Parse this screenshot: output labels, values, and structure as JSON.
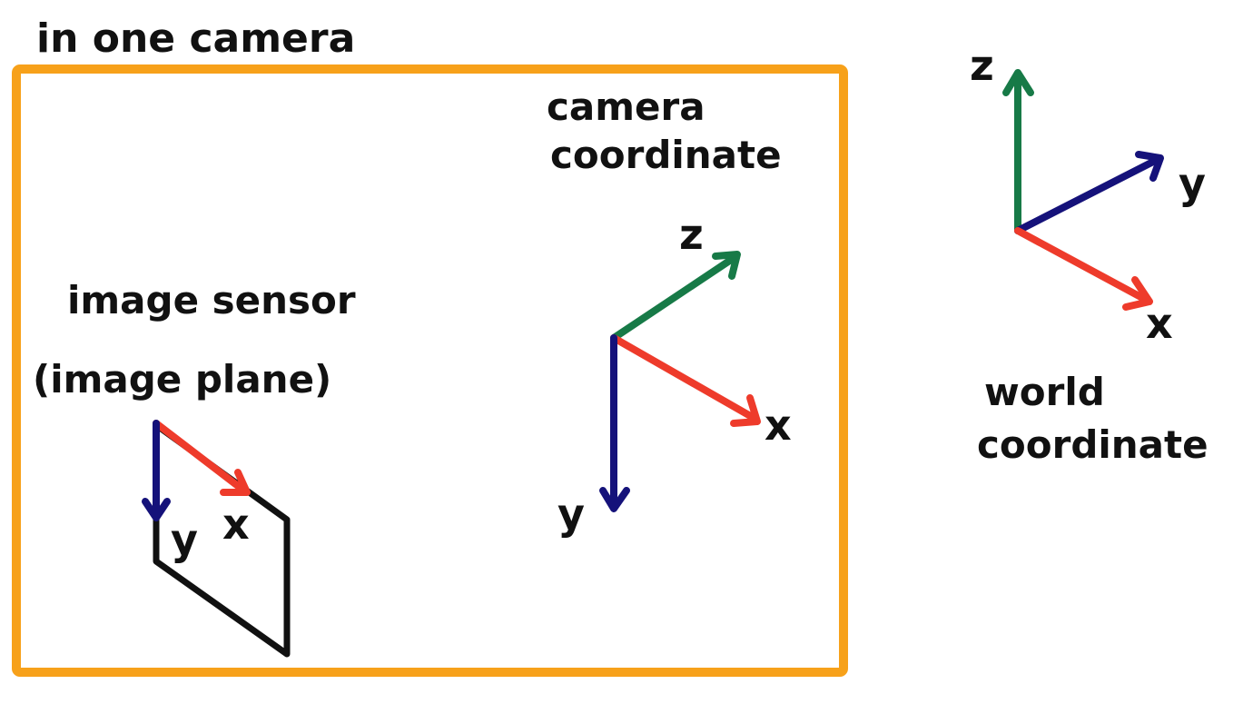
{
  "colors": {
    "frame": "#F7A11A",
    "ink": "#111111",
    "axis_x": "#EE3B2B",
    "axis_y": "#15127A",
    "axis_z": "#177A47",
    "background": "#FFFFFF"
  },
  "labels": {
    "frame_title": "in one camera",
    "sensor_line1": "image sensor",
    "sensor_line2": "(image plane)",
    "camera_line1": "camera",
    "camera_line2": "coordinate",
    "world_line1": "world",
    "world_line2": "coordinate"
  },
  "axes": {
    "sensor": {
      "x": "x",
      "y": "y"
    },
    "camera": {
      "x": "x",
      "y": "y",
      "z": "z"
    },
    "world": {
      "x": "x",
      "y": "y",
      "z": "z"
    }
  }
}
